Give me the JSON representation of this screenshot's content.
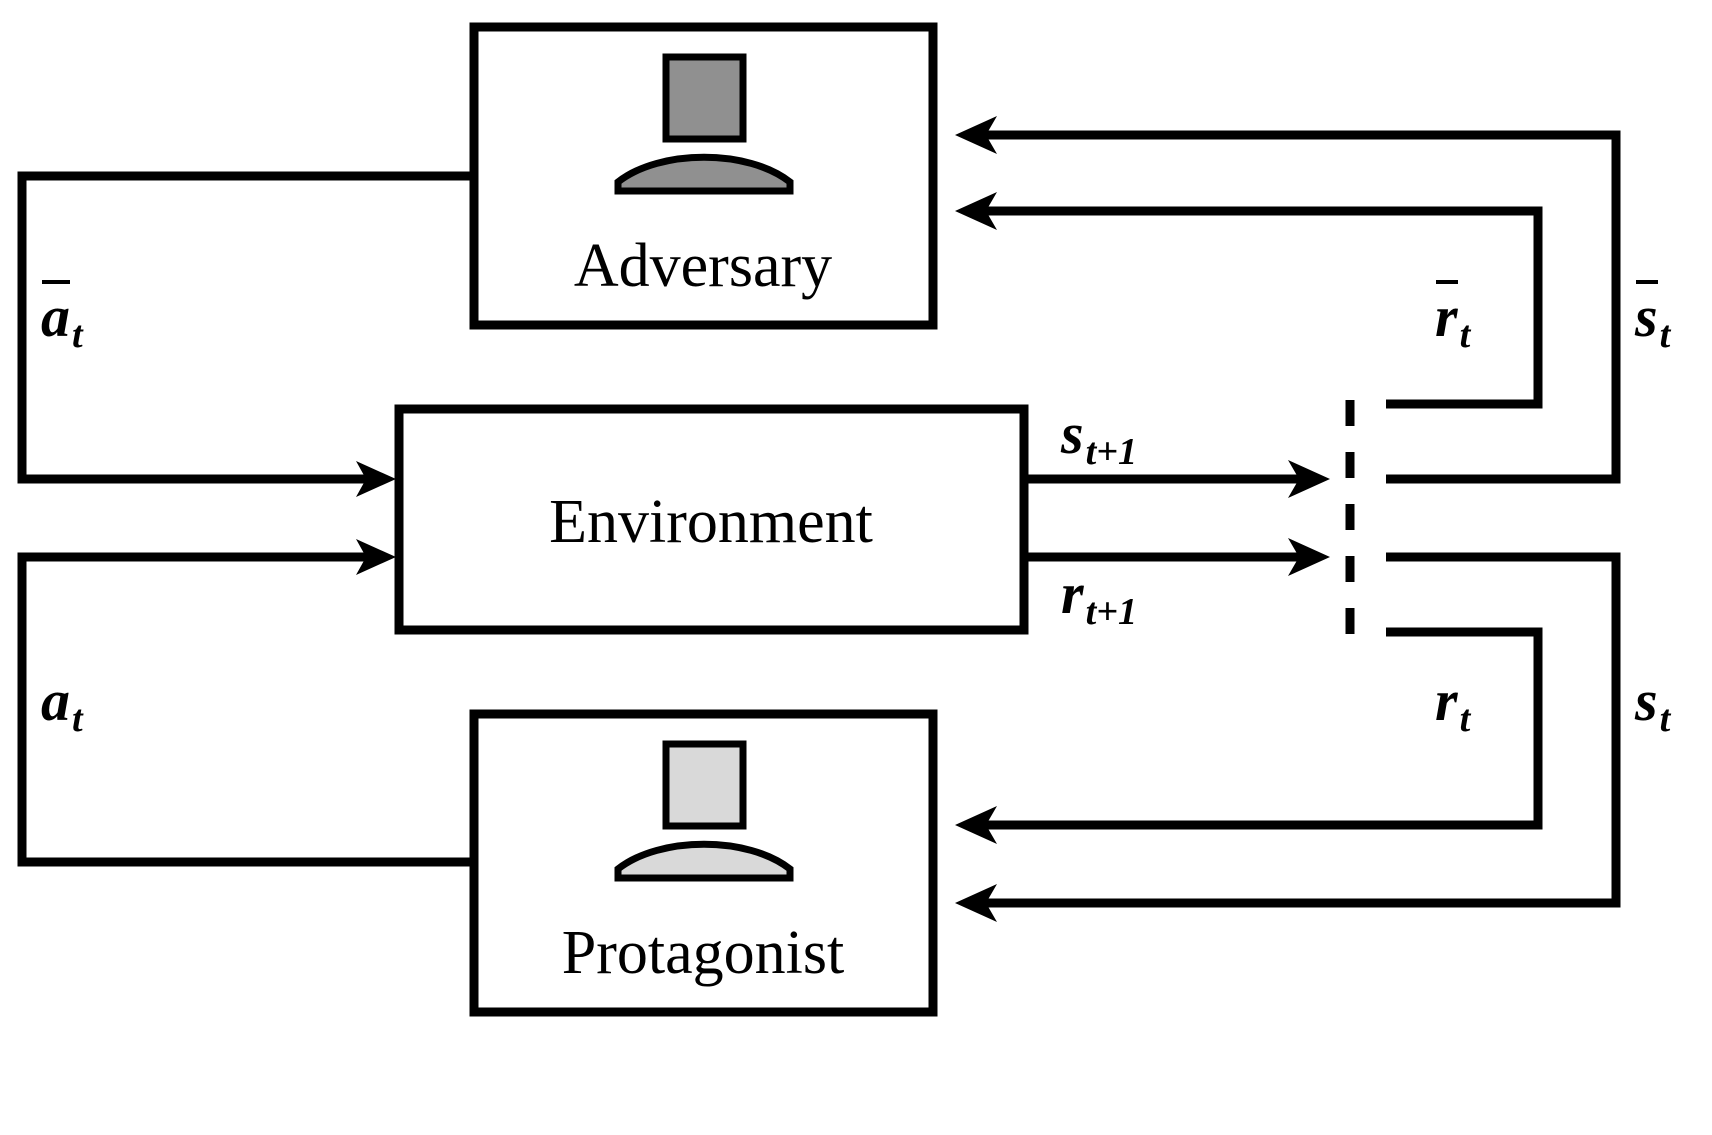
{
  "diagram": {
    "title": "Adversarial reinforcement learning interaction loop",
    "colors": {
      "stroke": "#000000",
      "background": "#ffffff",
      "adversary_icon_fill": "#909090",
      "protagonist_icon_fill": "#d9d9d9"
    },
    "boxes": [
      {
        "id": "adversary",
        "label": "Adversary",
        "icon": "person-icon",
        "icon_fill": "#909090"
      },
      {
        "id": "environment",
        "label": "Environment",
        "icon": "none"
      },
      {
        "id": "protagonist",
        "label": "Protagonist",
        "icon": "person-icon",
        "icon_fill": "#d9d9d9"
      }
    ],
    "signals": [
      {
        "id": "adversary-action",
        "base": "a",
        "bar": true,
        "sub": "t",
        "text": "ā_t",
        "role": "adversary action into environment"
      },
      {
        "id": "protagonist-action",
        "base": "a",
        "bar": false,
        "sub": "t",
        "text": "a_t",
        "role": "protagonist action into environment"
      },
      {
        "id": "next-state",
        "base": "s",
        "bar": false,
        "sub": "t+1",
        "text": "s_{t+1}",
        "role": "environment next state output"
      },
      {
        "id": "next-reward",
        "base": "r",
        "bar": false,
        "sub": "t+1",
        "text": "r_{t+1}",
        "role": "environment next reward output"
      },
      {
        "id": "adversary-reward",
        "base": "r",
        "bar": true,
        "sub": "t",
        "text": "r̄_t",
        "role": "reward fed back to adversary"
      },
      {
        "id": "adversary-state",
        "base": "s",
        "bar": true,
        "sub": "t",
        "text": "s̄_t",
        "role": "state fed back to adversary"
      },
      {
        "id": "protagonist-reward",
        "base": "r",
        "bar": false,
        "sub": "t",
        "text": "r_t",
        "role": "reward fed back to protagonist"
      },
      {
        "id": "protagonist-state",
        "base": "s",
        "bar": false,
        "sub": "t",
        "text": "s_t",
        "role": "state fed back to protagonist"
      }
    ],
    "divider": {
      "id": "time-step-divider",
      "style": "dashed",
      "orientation": "vertical"
    }
  }
}
